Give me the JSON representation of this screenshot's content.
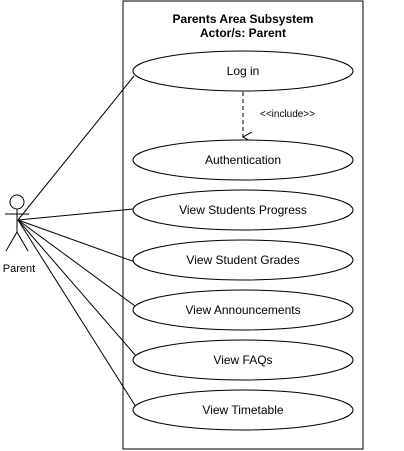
{
  "boundary": {
    "title_line1": "Parents Area Subsystem",
    "title_line2": "Actor/s: Parent"
  },
  "actor": {
    "label": "Parent"
  },
  "use_cases": [
    {
      "label": "Log in"
    },
    {
      "label": "Authentication"
    },
    {
      "label": "View Students Progress"
    },
    {
      "label": "View Student Grades"
    },
    {
      "label": "View Announcements"
    },
    {
      "label": "View FAQs"
    },
    {
      "label": "View Timetable"
    }
  ],
  "include_relation": {
    "label": "<<include>>"
  },
  "colors": {
    "line": "#000000",
    "fill": "#ffffff"
  }
}
